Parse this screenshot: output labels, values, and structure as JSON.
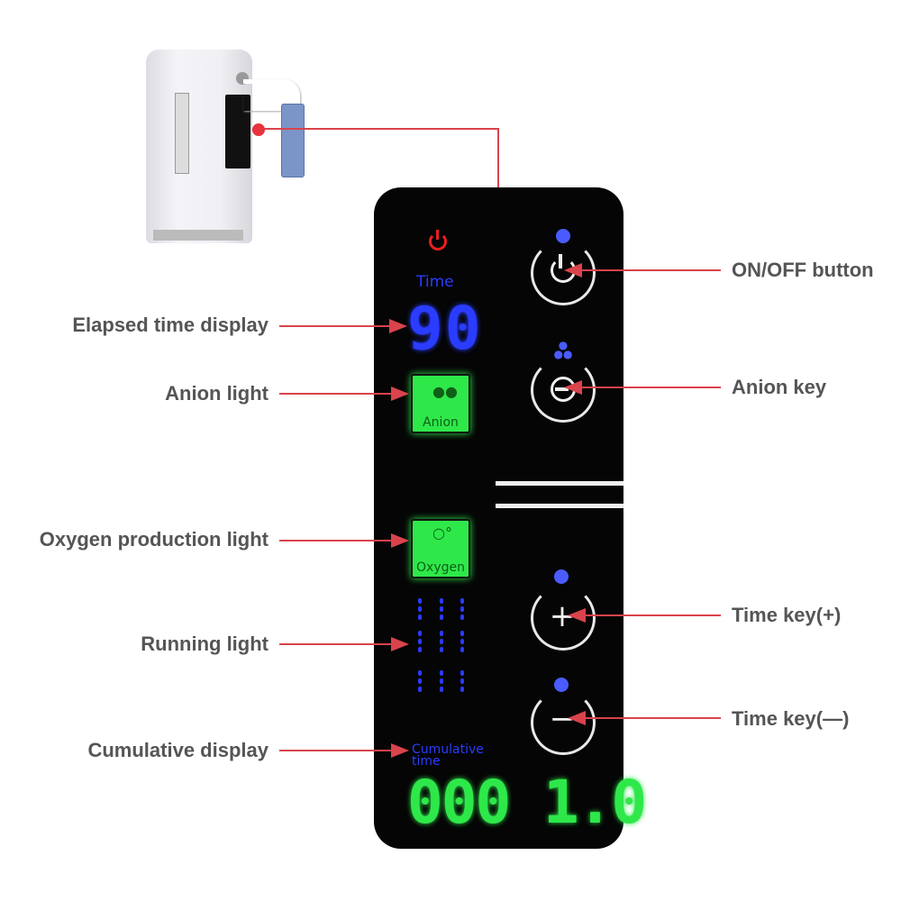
{
  "left_labels": [
    "Elapsed time display",
    "Anion light",
    "Oxygen production light",
    "Running light",
    "Cumulative display"
  ],
  "right_labels": [
    "ON/OFF button",
    "Anion key",
    "Time key(+)",
    "Time key(—)"
  ],
  "panel": {
    "time_label": "Time",
    "elapsed_value": "90",
    "anion_light_label": "Anion",
    "oxygen_light_label": "Oxygen",
    "cumulative_label_line1": "Cumulative",
    "cumulative_label_line2": "time",
    "cumulative_value": "000 1.0",
    "plus_symbol": "+",
    "minus_symbol": "−"
  },
  "colors": {
    "arrow": "#d9434c",
    "blue_display": "#2a3cff",
    "green_display": "#2ee84a",
    "power_icon": "#e82020",
    "panel": "#050505"
  }
}
